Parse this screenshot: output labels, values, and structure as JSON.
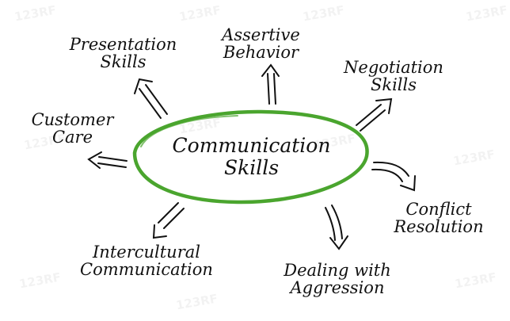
{
  "center": {
    "line1": "Communication",
    "line2": "Skills"
  },
  "nodes": {
    "presentation": {
      "line1": "Presentation",
      "line2": "Skills"
    },
    "assertive": {
      "line1": "Assertive",
      "line2": "Behavior"
    },
    "negotiation": {
      "line1": "Negotiation",
      "line2": "Skills"
    },
    "customer": {
      "line1": "Customer",
      "line2": "Care"
    },
    "conflict": {
      "line1": "Conflict",
      "line2": "Resolution"
    },
    "intercultural": {
      "line1": "Intercultural",
      "line2": "Communication"
    },
    "aggression": {
      "line1": "Dealing with",
      "line2": "Aggression"
    }
  },
  "colors": {
    "ellipse": "#4aa52e",
    "text": "#111111",
    "arrow": "#111111"
  },
  "watermark": {
    "text": "123RF"
  }
}
